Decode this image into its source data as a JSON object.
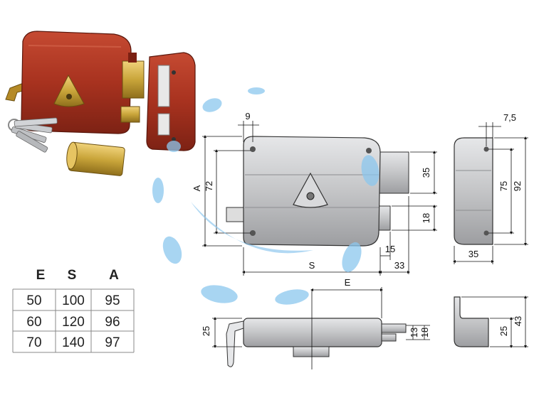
{
  "table": {
    "headers": [
      "E",
      "S",
      "A"
    ],
    "rows": [
      [
        "50",
        "100",
        "95"
      ],
      [
        "60",
        "120",
        "96"
      ],
      [
        "70",
        "140",
        "97"
      ]
    ]
  },
  "front_view": {
    "dim_9": "9",
    "dim_A": "A",
    "dim_72": "72",
    "dim_35": "35",
    "dim_18": "18",
    "dim_15": "15",
    "dim_33": "33",
    "dim_S": "S"
  },
  "side_view": {
    "dim_7_5": "7,5",
    "dim_75": "75",
    "dim_92": "92",
    "dim_35": "35"
  },
  "bottom_view": {
    "dim_E": "E",
    "dim_25": "25",
    "dim_13": "13",
    "dim_18": "18"
  },
  "end_view": {
    "dim_25": "25",
    "dim_43": "43"
  },
  "colors": {
    "lock_red": "#a8321f",
    "brass": "#c9a53a",
    "steel": "#c8c9cb",
    "watermark_blue": "#8cc7ee"
  }
}
